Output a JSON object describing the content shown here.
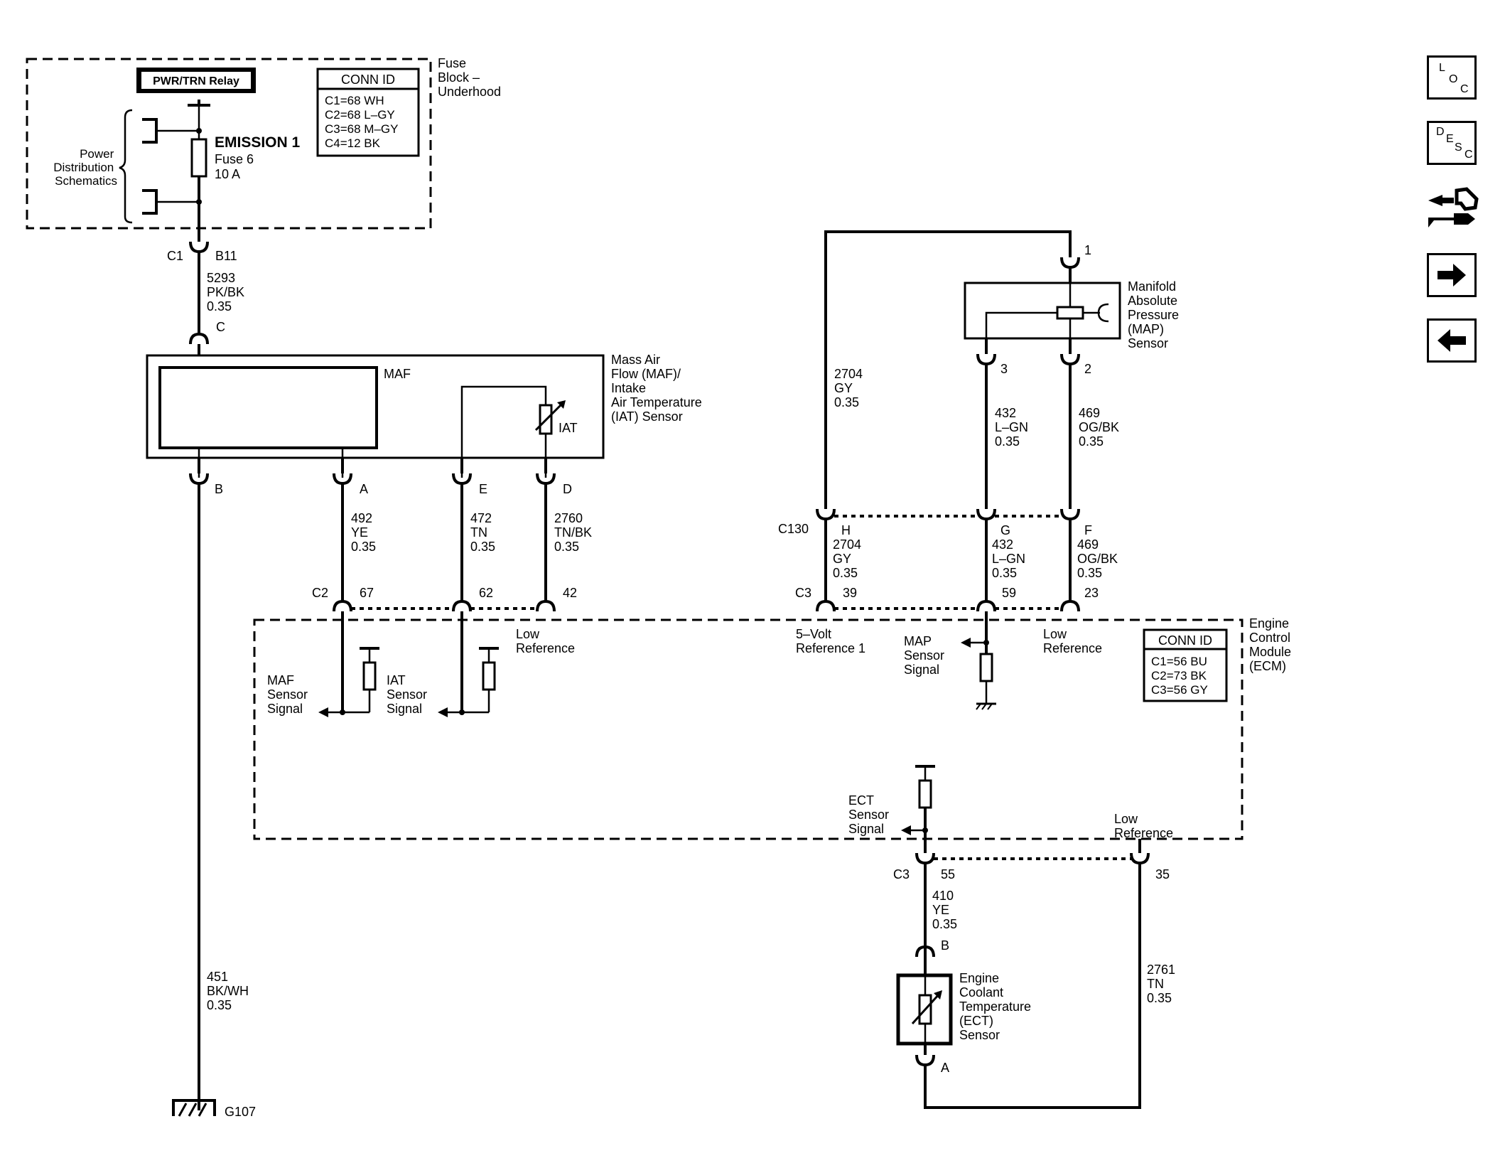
{
  "nav": {
    "loc": {
      "l1": "L",
      "l2": "O",
      "l3": "C"
    },
    "desc": {
      "l1": "D",
      "l2": "E",
      "l3": "S",
      "l4": "C"
    },
    "icons": [
      "connector-tool-icon",
      "next-arrow-icon",
      "back-arrow-icon"
    ]
  },
  "fuse_block": {
    "label": [
      "Fuse",
      "Block –",
      "Underhood"
    ],
    "relay": "PWR/TRN Relay",
    "power_dist": [
      "Power",
      "Distribution",
      "Schematics"
    ],
    "fuse_name": "EMISSION 1",
    "fuse_num": "Fuse 6",
    "fuse_amp": "10 A",
    "conn_title": "CONN ID",
    "conn_lines": [
      "C1=68 WH",
      "C2=68 L–GY",
      "C3=68 M–GY",
      "C4=12 BK"
    ]
  },
  "fuse_out": {
    "conn": "C1",
    "pin": "B11",
    "wire": [
      "5293",
      "PK/BK",
      "0.35"
    ]
  },
  "maf": {
    "pin_in": "C",
    "inner": "MAF",
    "iat": "IAT",
    "label": [
      "Mass Air",
      "Flow (MAF)/",
      "Intake",
      "Air Temperature",
      "(IAT) Sensor"
    ],
    "pins": [
      "B",
      "A",
      "E",
      "D"
    ]
  },
  "wires": {
    "ground": [
      "451",
      "BK/WH",
      "0.35"
    ],
    "maf_sig": [
      "492",
      "YE",
      "0.35"
    ],
    "iat_sig": [
      "472",
      "TN",
      "0.35"
    ],
    "iat_low": [
      "2760",
      "TN/BK",
      "0.35"
    ],
    "map_ref_top": [
      "2704",
      "GY",
      "0.35"
    ],
    "map_sig_top": [
      "432",
      "L–GN",
      "0.35"
    ],
    "map_low_top": [
      "469",
      "OG/BK",
      "0.35"
    ],
    "map_ref_bot": [
      "2704",
      "GY",
      "0.35"
    ],
    "map_sig_bot": [
      "432",
      "L–GN",
      "0.35"
    ],
    "map_low_bot": [
      "469",
      "OG/BK",
      "0.35"
    ],
    "ect_sig": [
      "410",
      "YE",
      "0.35"
    ],
    "ect_low": [
      "2761",
      "TN",
      "0.35"
    ]
  },
  "ground": {
    "id": "G107"
  },
  "map": {
    "label": [
      "Manifold",
      "Absolute",
      "Pressure",
      "(MAP)",
      "Sensor"
    ],
    "pins": [
      "1",
      "3",
      "2"
    ]
  },
  "c130": {
    "conn": "C130",
    "pins": [
      "H",
      "G",
      "F"
    ]
  },
  "ecm": {
    "label": [
      "Engine",
      "Control",
      "Module",
      "(ECM)"
    ],
    "conn_title": "CONN ID",
    "conn_lines": [
      "C1=56 BU",
      "C2=73 BK",
      "C3=56 GY"
    ],
    "c2": "C2",
    "c2_pins": [
      "67",
      "62",
      "42"
    ],
    "c3": "C3",
    "c3_pins": [
      "39",
      "59",
      "23"
    ],
    "c3b": "C3",
    "c3b_pins": [
      "55",
      "35"
    ],
    "maf_signal": [
      "MAF",
      "Sensor",
      "Signal"
    ],
    "iat_signal": [
      "IAT",
      "Sensor",
      "Signal"
    ],
    "low_ref_1": [
      "Low",
      "Reference"
    ],
    "five_volt": [
      "5–Volt",
      "Reference 1"
    ],
    "map_signal": [
      "MAP",
      "Sensor",
      "Signal"
    ],
    "low_ref_2": [
      "Low",
      "Reference"
    ],
    "ect_signal": [
      "ECT",
      "Sensor",
      "Signal"
    ],
    "low_ref_3": [
      "Low",
      "Reference"
    ]
  },
  "ect": {
    "pins": [
      "B",
      "A"
    ],
    "label": [
      "Engine",
      "Coolant",
      "Temperature",
      "(ECT)",
      "Sensor"
    ]
  }
}
